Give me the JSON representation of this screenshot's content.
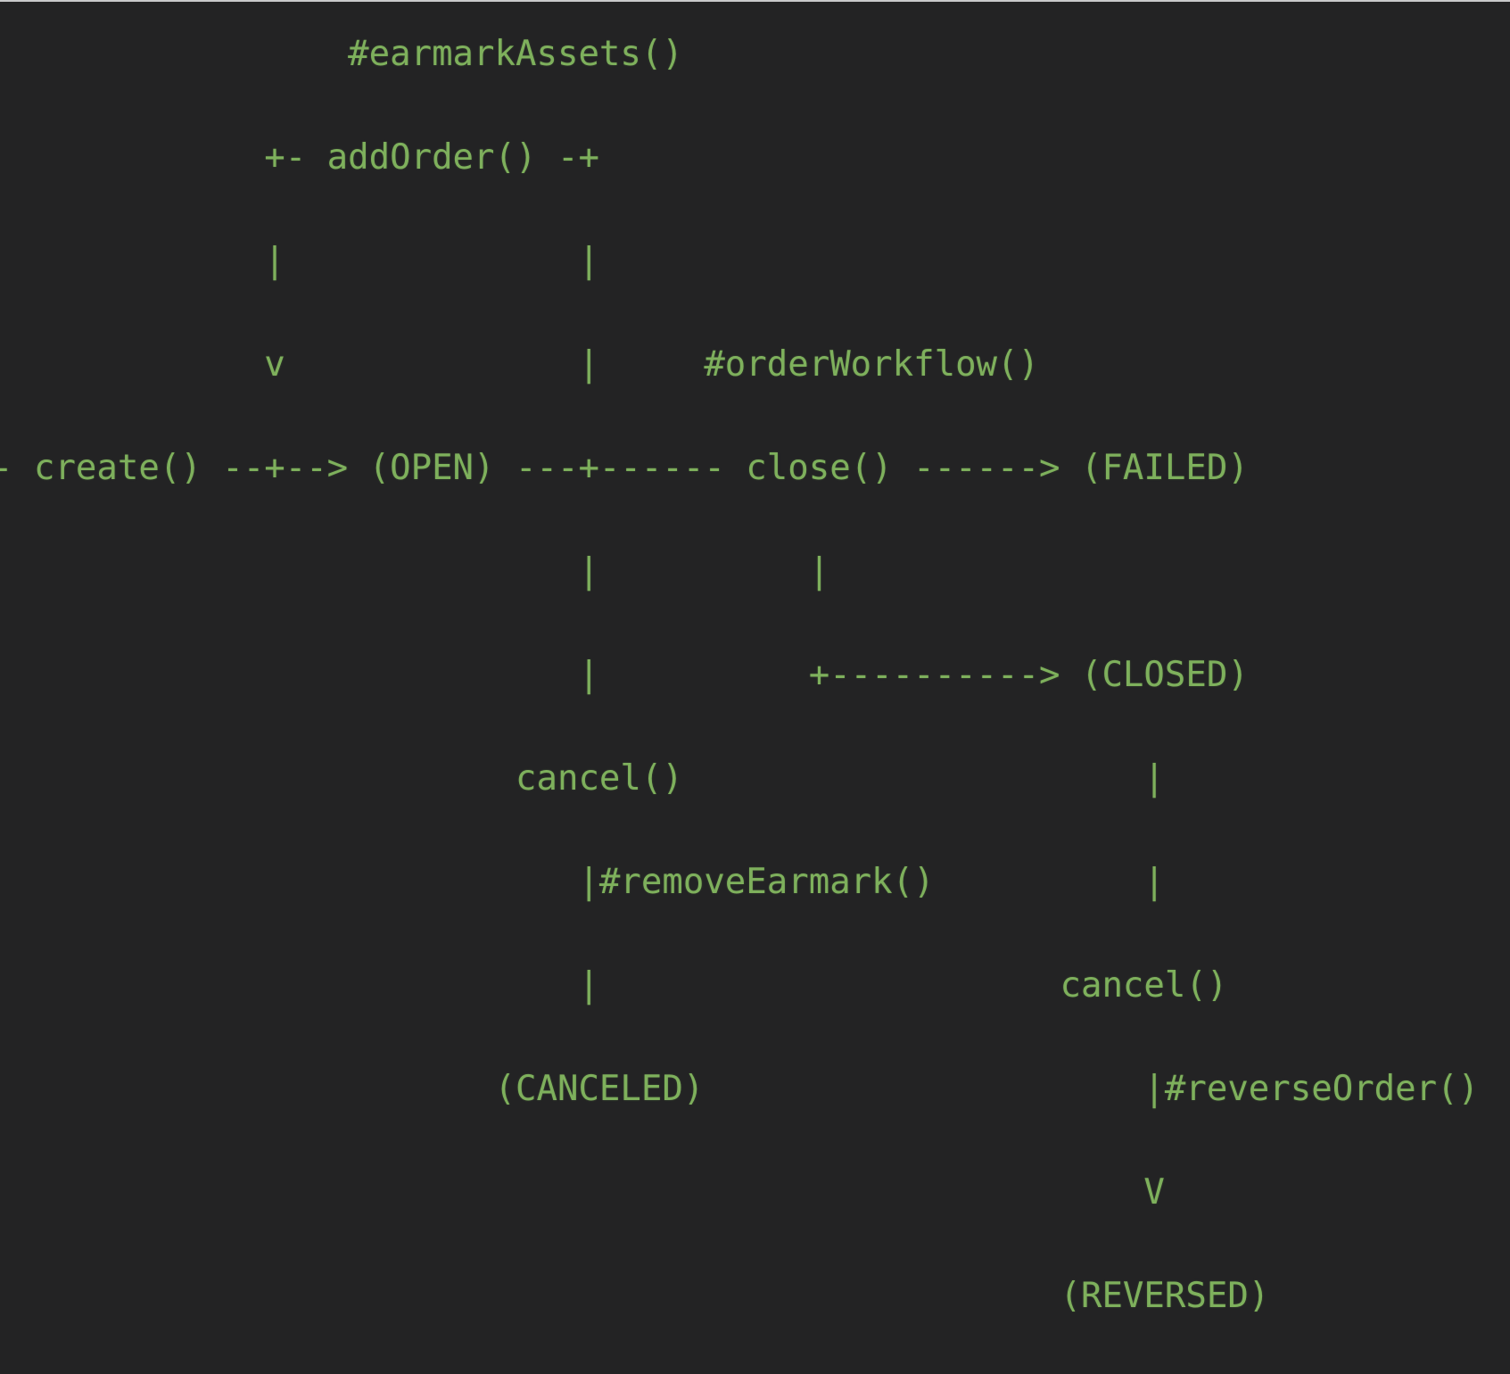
{
  "theme": {
    "background": "#232324",
    "text_color": "#7eb05c",
    "top_edge_color": "#c9cacb"
  },
  "diagram": {
    "kind": "ascii-state-machine",
    "states": [
      "OPEN",
      "FAILED",
      "CLOSED",
      "CANCELED",
      "REVERSED"
    ],
    "methods": [
      "create()",
      "addOrder()",
      "close()",
      "cancel()"
    ],
    "callbacks": [
      "#earmarkAssets()",
      "#orderWorkflow()",
      "#removeEarmark()",
      "#reverseOrder()"
    ],
    "lines": [
      "                 #earmarkAssets()",
      "             +- addOrder() -+",
      "             |              |",
      "             v              |     #orderWorkflow()",
      "- create() --+--> (OPEN) ---+------ close() ------> (FAILED)",
      "                            |          |",
      "                            |          +----------> (CLOSED)",
      "                         cancel()                      |",
      "                            |#removeEarmark()          |",
      "                            |                      cancel()",
      "                        (CANCELED)                     |#reverseOrder()",
      "                                                       V",
      "                                                   (REVERSED)"
    ]
  }
}
